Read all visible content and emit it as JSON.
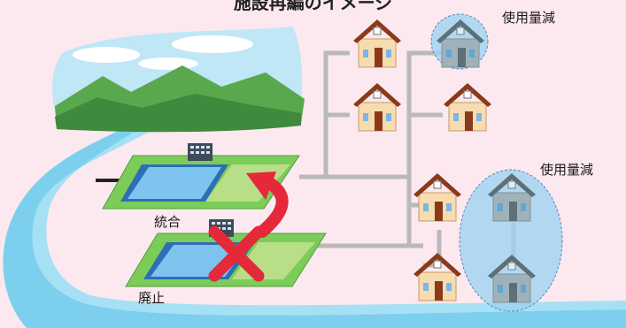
{
  "labels": {
    "heading_partial": "施設再編のイメージ",
    "reduced_use_top": "使用量減",
    "reduced_use_bottom": "使用量減",
    "integration": "統合",
    "abolition": "廃止"
  },
  "colors": {
    "background": "#fce9ef",
    "river": "#7cd0ee",
    "plant_base": "#7ccc5a",
    "pipe": "#b9b9b9",
    "arrow": "#e5283a",
    "cross": "#e5283a",
    "reduced_zone": "#9fd2f0",
    "house_roof": "#8a3a1a",
    "house_wall": "#f6dcae"
  },
  "icons": [
    "mountain-icon",
    "building-icon",
    "house-icon",
    "cross-icon",
    "curved-arrow-icon"
  ]
}
